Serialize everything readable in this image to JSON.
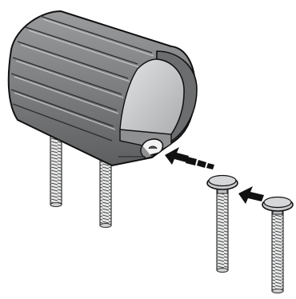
{
  "figure": {
    "subject": "cradle-with-carriage-bolts",
    "colors": {
      "background": "#ffffff",
      "housing_fill": "#7d7e80",
      "housing_dark": "#4a4b4d",
      "housing_light": "#b8b9bb",
      "interior_fill": "#d2d3d5",
      "outline": "#111111",
      "bolt_head": "#c9cacc",
      "bolt_shank": "#e6e7e8",
      "arrow": "#111111"
    },
    "parts": {
      "housing": "ribbed-half-cylinder-housing",
      "threaded_studs": 2,
      "loose_bolts": 2,
      "arrows": 2
    }
  }
}
